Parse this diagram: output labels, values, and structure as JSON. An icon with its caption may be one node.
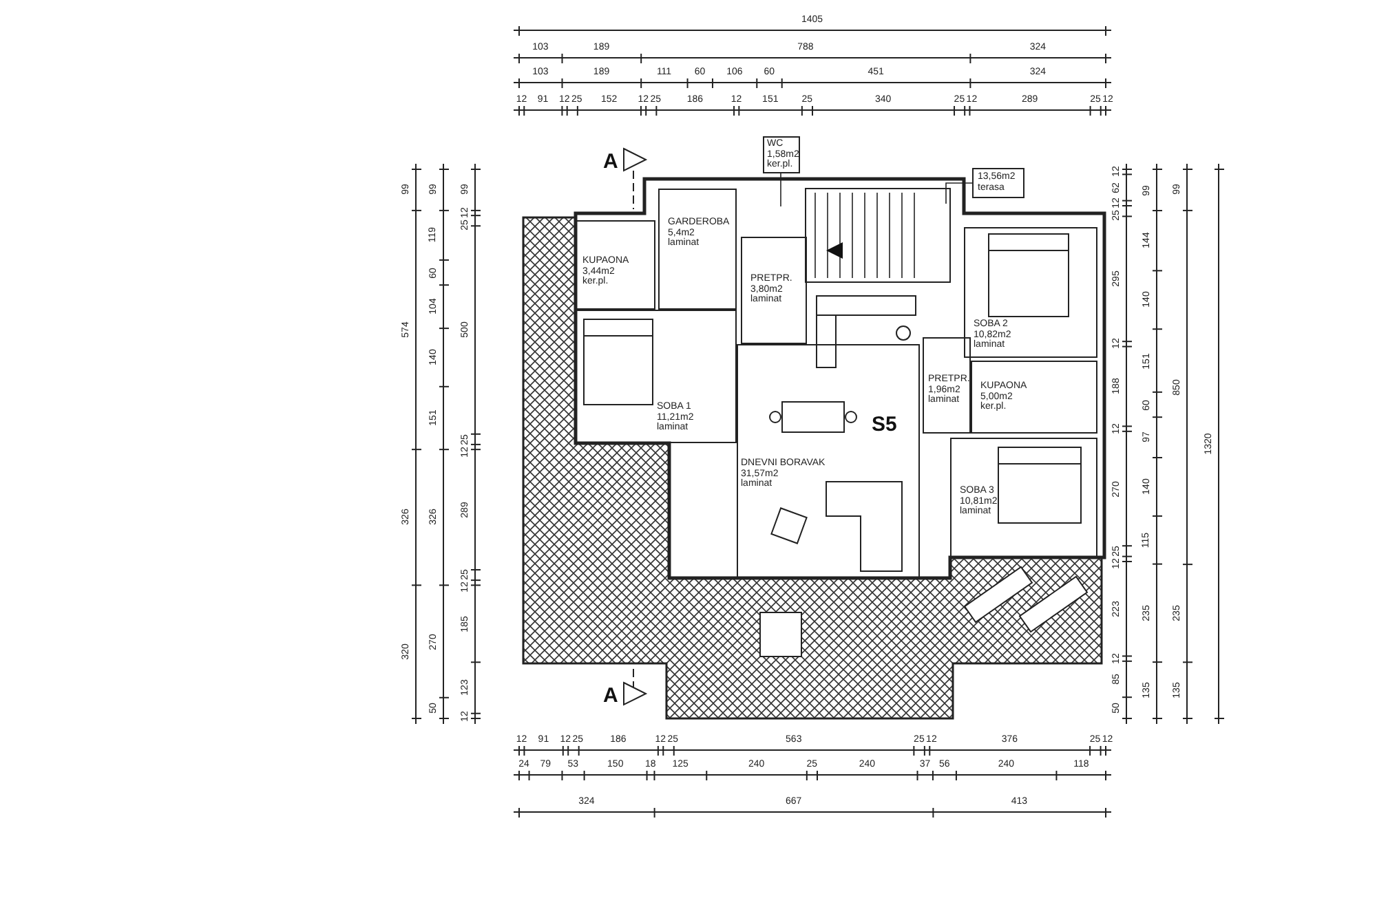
{
  "diagram": {
    "nodes": [
      {
        "text": [
          "WC",
          "1,58m2",
          "ker.pl."
        ]
      },
      {
        "text": [
          "13,56m2",
          "terasa"
        ]
      },
      {
        "text": [
          "GARDEROBA",
          "5,4m2",
          "laminat"
        ]
      },
      {
        "text": [
          "KUPAONA",
          "3,44m2",
          "ker.pl."
        ]
      },
      {
        "text": [
          "PRETPR.",
          "3,80m2",
          "laminat"
        ]
      },
      {
        "text": [
          "SOBA 2",
          "10,82m2",
          "laminat"
        ]
      },
      {
        "text": [
          "SOBA 1",
          "11,21m2",
          "laminat"
        ]
      },
      {
        "text": [
          "PRETPR.",
          "1,96m2",
          "laminat"
        ]
      },
      {
        "text": [
          "KUPAONA",
          "5,00m2",
          "ker.pl."
        ]
      },
      {
        "text": [
          "DNEVNI BORAVAK",
          "31,57m2",
          "laminat"
        ]
      },
      {
        "text": [
          "SOBA 3",
          "10,81m2",
          "laminat"
        ]
      }
    ],
    "edges": [
      {
        "from": 0,
        "to": null,
        "arrow": "none"
      },
      {
        "from": 1,
        "to": null,
        "arrow": "none"
      }
    ],
    "labels": [
      "1405",
      "103",
      "189",
      "788",
      "324",
      "103",
      "189",
      "111",
      "60",
      "106",
      "60",
      "451",
      "324",
      "12",
      "91",
      "12",
      "25",
      "152",
      "12",
      "25",
      "186",
      "12",
      "151",
      "25",
      "340",
      "25",
      "12",
      "289",
      "25",
      "12",
      "12",
      "91",
      "12",
      "25",
      "186",
      "12",
      "25",
      "563",
      "25",
      "12",
      "376",
      "25",
      "12",
      "24",
      "79",
      "53",
      "150",
      "18",
      "125",
      "240",
      "25",
      "240",
      "37",
      "56",
      "240",
      "118",
      "324",
      "667",
      "413",
      "99",
      "574",
      "326",
      "320",
      "99",
      "119",
      "60",
      "104",
      "140",
      "151",
      "326",
      "270",
      "50",
      "99",
      "12",
      "25",
      "500",
      "25",
      "12",
      "289",
      "25",
      "12",
      "185",
      "123",
      "12",
      "12",
      "62",
      "12",
      "25",
      "295",
      "12",
      "188",
      "12",
      "270",
      "25",
      "12",
      "223",
      "12",
      "85",
      "50",
      "99",
      "144",
      "140",
      "151",
      "60",
      "97",
      "140",
      "115",
      "235",
      "135",
      "99",
      "850",
      "235",
      "135",
      "1320",
      "A",
      "A",
      "S5"
    ]
  }
}
